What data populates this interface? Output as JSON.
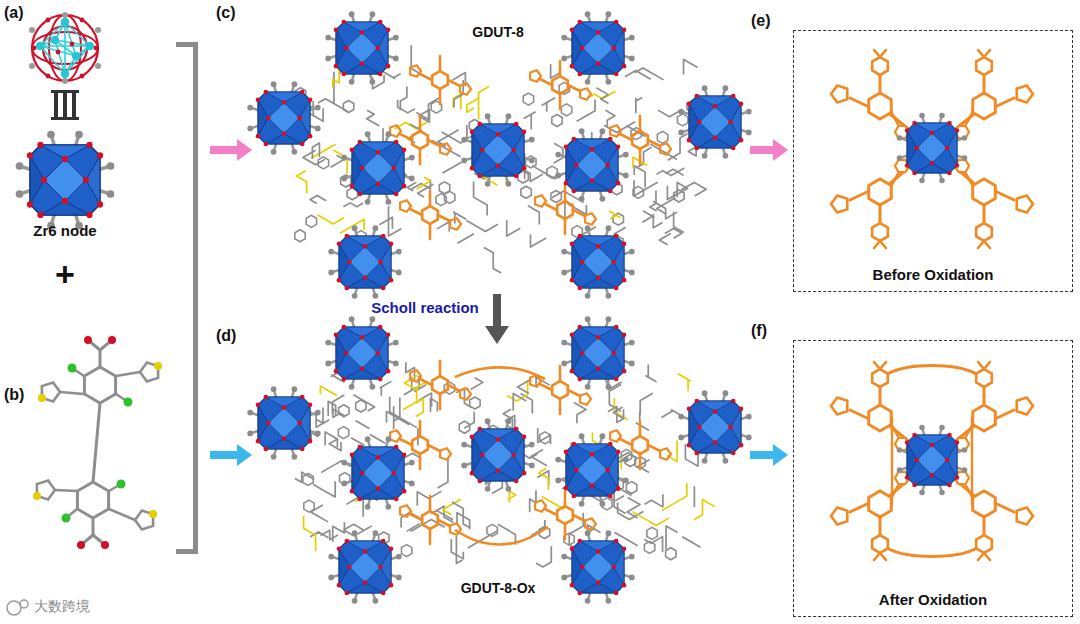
{
  "diagram": {
    "nodes": [
      {
        "text": [
          "(e)",
          "Before Oxidation"
        ]
      },
      {
        "text": [
          "(f)",
          "After Oxidation"
        ]
      }
    ],
    "labels": [
      "(a)",
      "Zr6 node",
      "+",
      "(b)",
      "(c)",
      "GDUT-8",
      "Scholl reaction",
      "(d)",
      "GDUT-8-Ox",
      "大数跨境"
    ]
  }
}
